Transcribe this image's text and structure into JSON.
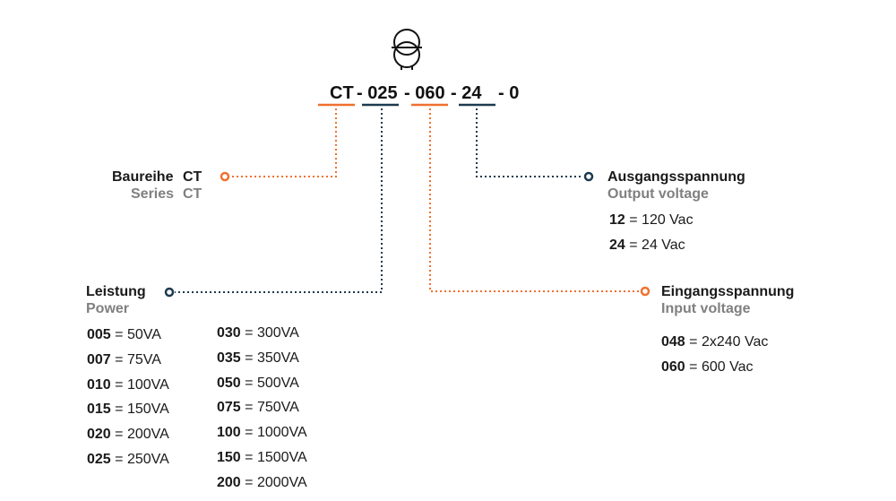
{
  "colors": {
    "orange": "#f07030",
    "navy": "#1d3a4f",
    "gray": "#808080"
  },
  "code": {
    "parts": [
      "CT",
      "- 025",
      "- 060",
      "- 24",
      "- 0"
    ]
  },
  "series": {
    "label_de": "Baureihe",
    "label_en": "Series",
    "value": "CT"
  },
  "output": {
    "label_de": "Ausgangsspannung",
    "label_en": "Output voltage",
    "options": [
      {
        "code": "12",
        "value": "= 120 Vac"
      },
      {
        "code": "24",
        "value": "= 24 Vac"
      }
    ]
  },
  "input": {
    "label_de": "Eingangsspannung",
    "label_en": "Input voltage",
    "options": [
      {
        "code": "048",
        "value": "= 2x240 Vac"
      },
      {
        "code": "060",
        "value": "= 600 Vac"
      }
    ]
  },
  "power": {
    "label_de": "Leistung",
    "label_en": "Power",
    "col1": [
      {
        "code": "005",
        "value": "= 50VA"
      },
      {
        "code": "007",
        "value": "= 75VA"
      },
      {
        "code": "010",
        "value": "= 100VA"
      },
      {
        "code": "015",
        "value": "= 150VA"
      },
      {
        "code": "020",
        "value": "= 200VA"
      },
      {
        "code": "025",
        "value": "= 250VA"
      }
    ],
    "col2": [
      {
        "code": "030",
        "value": "= 300VA"
      },
      {
        "code": "035",
        "value": "= 350VA"
      },
      {
        "code": "050",
        "value": "= 500VA"
      },
      {
        "code": "075",
        "value": "= 750VA"
      },
      {
        "code": "100",
        "value": "= 1000VA"
      },
      {
        "code": "150",
        "value": "= 1500VA"
      },
      {
        "code": "200",
        "value": "= 2000VA"
      }
    ]
  }
}
